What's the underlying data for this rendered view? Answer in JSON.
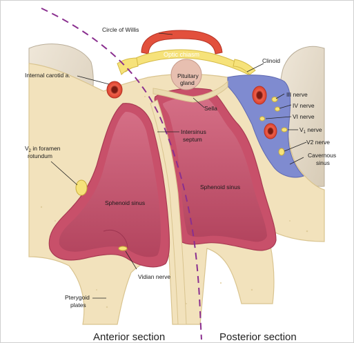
{
  "labels": {
    "circle_of_willis": "Circle of Willis",
    "optic_chiasm": "Optic chiasm",
    "pituitary_1": "Pituitary",
    "pituitary_2": "gland",
    "clinoid": "Clinoid",
    "internal_carotid": "Internal carotid a.",
    "sella": "Sella",
    "iii_nerve": "III nerve",
    "iv_nerve": "IV nerve",
    "vi_nerve": "VI nerve",
    "v1_nerve_prefix": "V",
    "v1_nerve_sub": "1",
    "v1_nerve_suffix": " nerve",
    "v2_nerve": "V2 nerve",
    "cavernous_1": "Cavernous",
    "cavernous_2": "sinus",
    "intersinus_1": "Intersinus",
    "intersinus_2": "septum",
    "v2_foramen_prefix": "V",
    "v2_foramen_sub": "2",
    "v2_foramen_suffix": " in foramen",
    "v2_foramen_2": "rotundum",
    "sphenoid_left": "Sphenoid sinus",
    "sphenoid_right": "Sphenoid sinus",
    "vidian": "Vidian nerve",
    "pterygoid_1": "Pterygoid",
    "pterygoid_2": "plates"
  },
  "sections": {
    "anterior": "Anterior section",
    "posterior": "Posterior section"
  },
  "colors": {
    "bone": "#f2e2bc",
    "bone_edge": "#d9c48f",
    "brain": "#e6dccc",
    "sinus_mucosa": "#c8506a",
    "sinus_inner": "#a83a52",
    "cavernous": "#7f8bd0",
    "artery": "#e2503c",
    "nerve": "#f6e27a",
    "dashed_line": "#8a2f8f"
  }
}
